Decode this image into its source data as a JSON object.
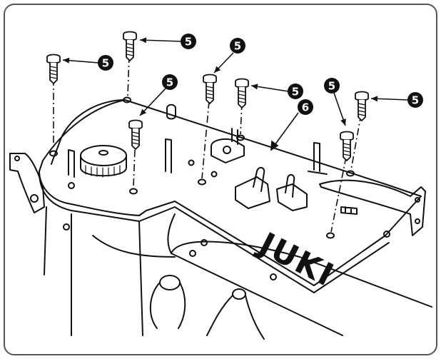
{
  "figure": {
    "brand_logo": "JUKI",
    "callouts": {
      "screw": "5",
      "cover": "6"
    }
  },
  "colors": {
    "line": "#111111",
    "frame": "#555555",
    "callout_fill": "#111111",
    "callout_text": "#ffffff"
  },
  "icons": {
    "screw": "screw-icon",
    "callout": "callout-badge"
  }
}
